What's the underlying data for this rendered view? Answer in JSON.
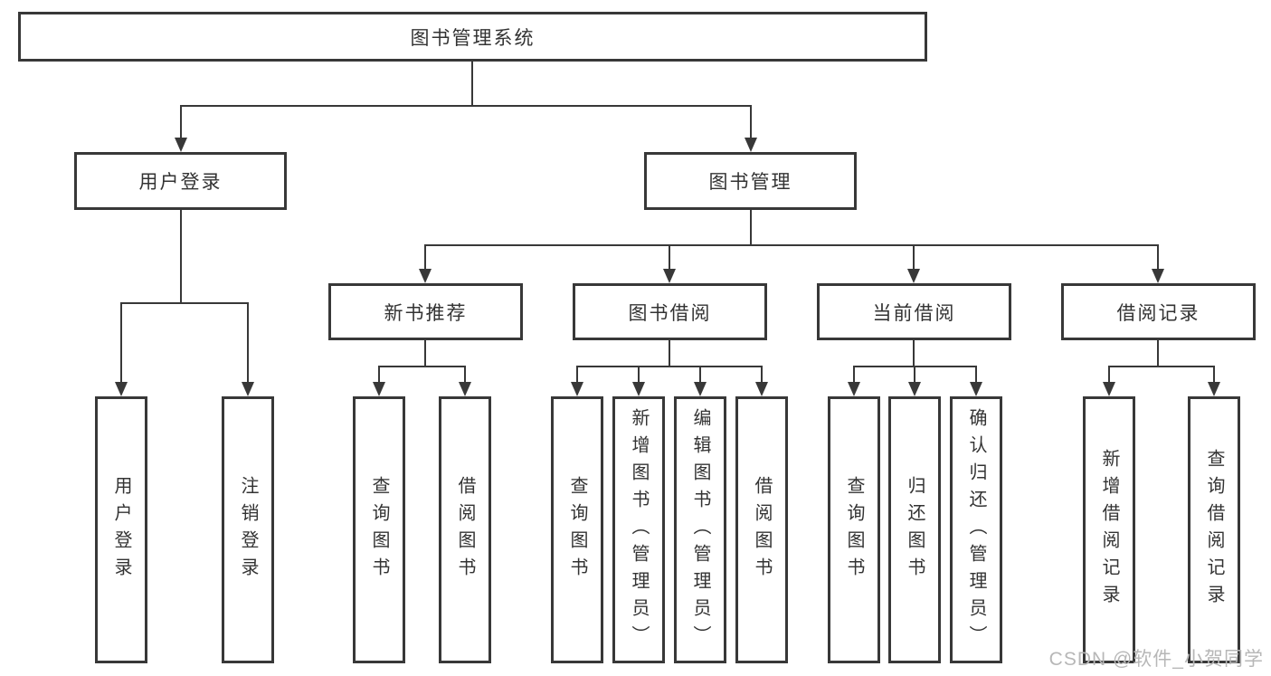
{
  "colors": {
    "line": "#383838",
    "text": "#333333",
    "watermark": "#b7b7b7"
  },
  "tree": {
    "root": "图书管理系统",
    "branches": [
      {
        "label": "用户登录",
        "children": [
          "用户登录",
          "注销登录"
        ]
      },
      {
        "label": "图书管理",
        "groups": [
          {
            "label": "新书推荐",
            "children": [
              "查询图书",
              "借阅图书"
            ]
          },
          {
            "label": "图书借阅",
            "children": [
              "查询图书",
              "新增图书（管理员）",
              "编辑图书（管理员）",
              "借阅图书"
            ]
          },
          {
            "label": "当前借阅",
            "children": [
              "查询图书",
              "归还图书",
              "确认归还（管理员）"
            ]
          },
          {
            "label": "借阅记录",
            "children": [
              "新增借阅记录",
              "查询借阅记录"
            ]
          }
        ]
      }
    ]
  },
  "watermark": "CSDN @软件_小贺同学"
}
